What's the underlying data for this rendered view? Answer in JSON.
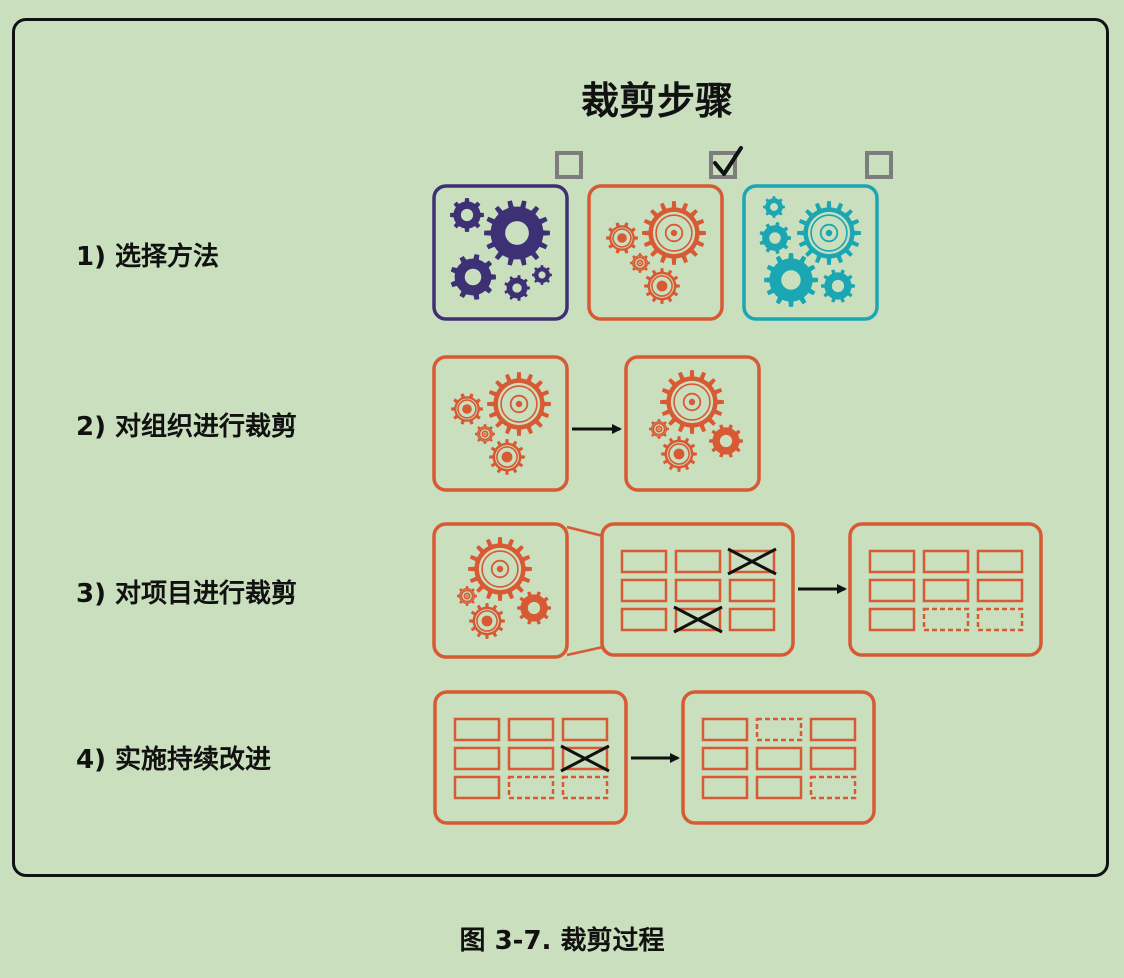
{
  "title": "裁剪步骤",
  "steps": [
    {
      "label": "1) 选择方法"
    },
    {
      "label": "2) 对组织进行裁剪"
    },
    {
      "label": "3) 对项目进行裁剪"
    },
    {
      "label": "4) 实施持续改进"
    }
  ],
  "methods": [
    {
      "checked": false,
      "color": "#3d3075"
    },
    {
      "checked": true,
      "color": "#d85a35"
    },
    {
      "checked": false,
      "color": "#1aa6b3"
    }
  ],
  "caption": "图 3-7. 裁剪过程",
  "colors": {
    "background": "#c9dfbd",
    "orange": "#d85a35",
    "purple": "#3d3075",
    "teal": "#1aa6b3",
    "checkbox": "#7d7d7d"
  }
}
